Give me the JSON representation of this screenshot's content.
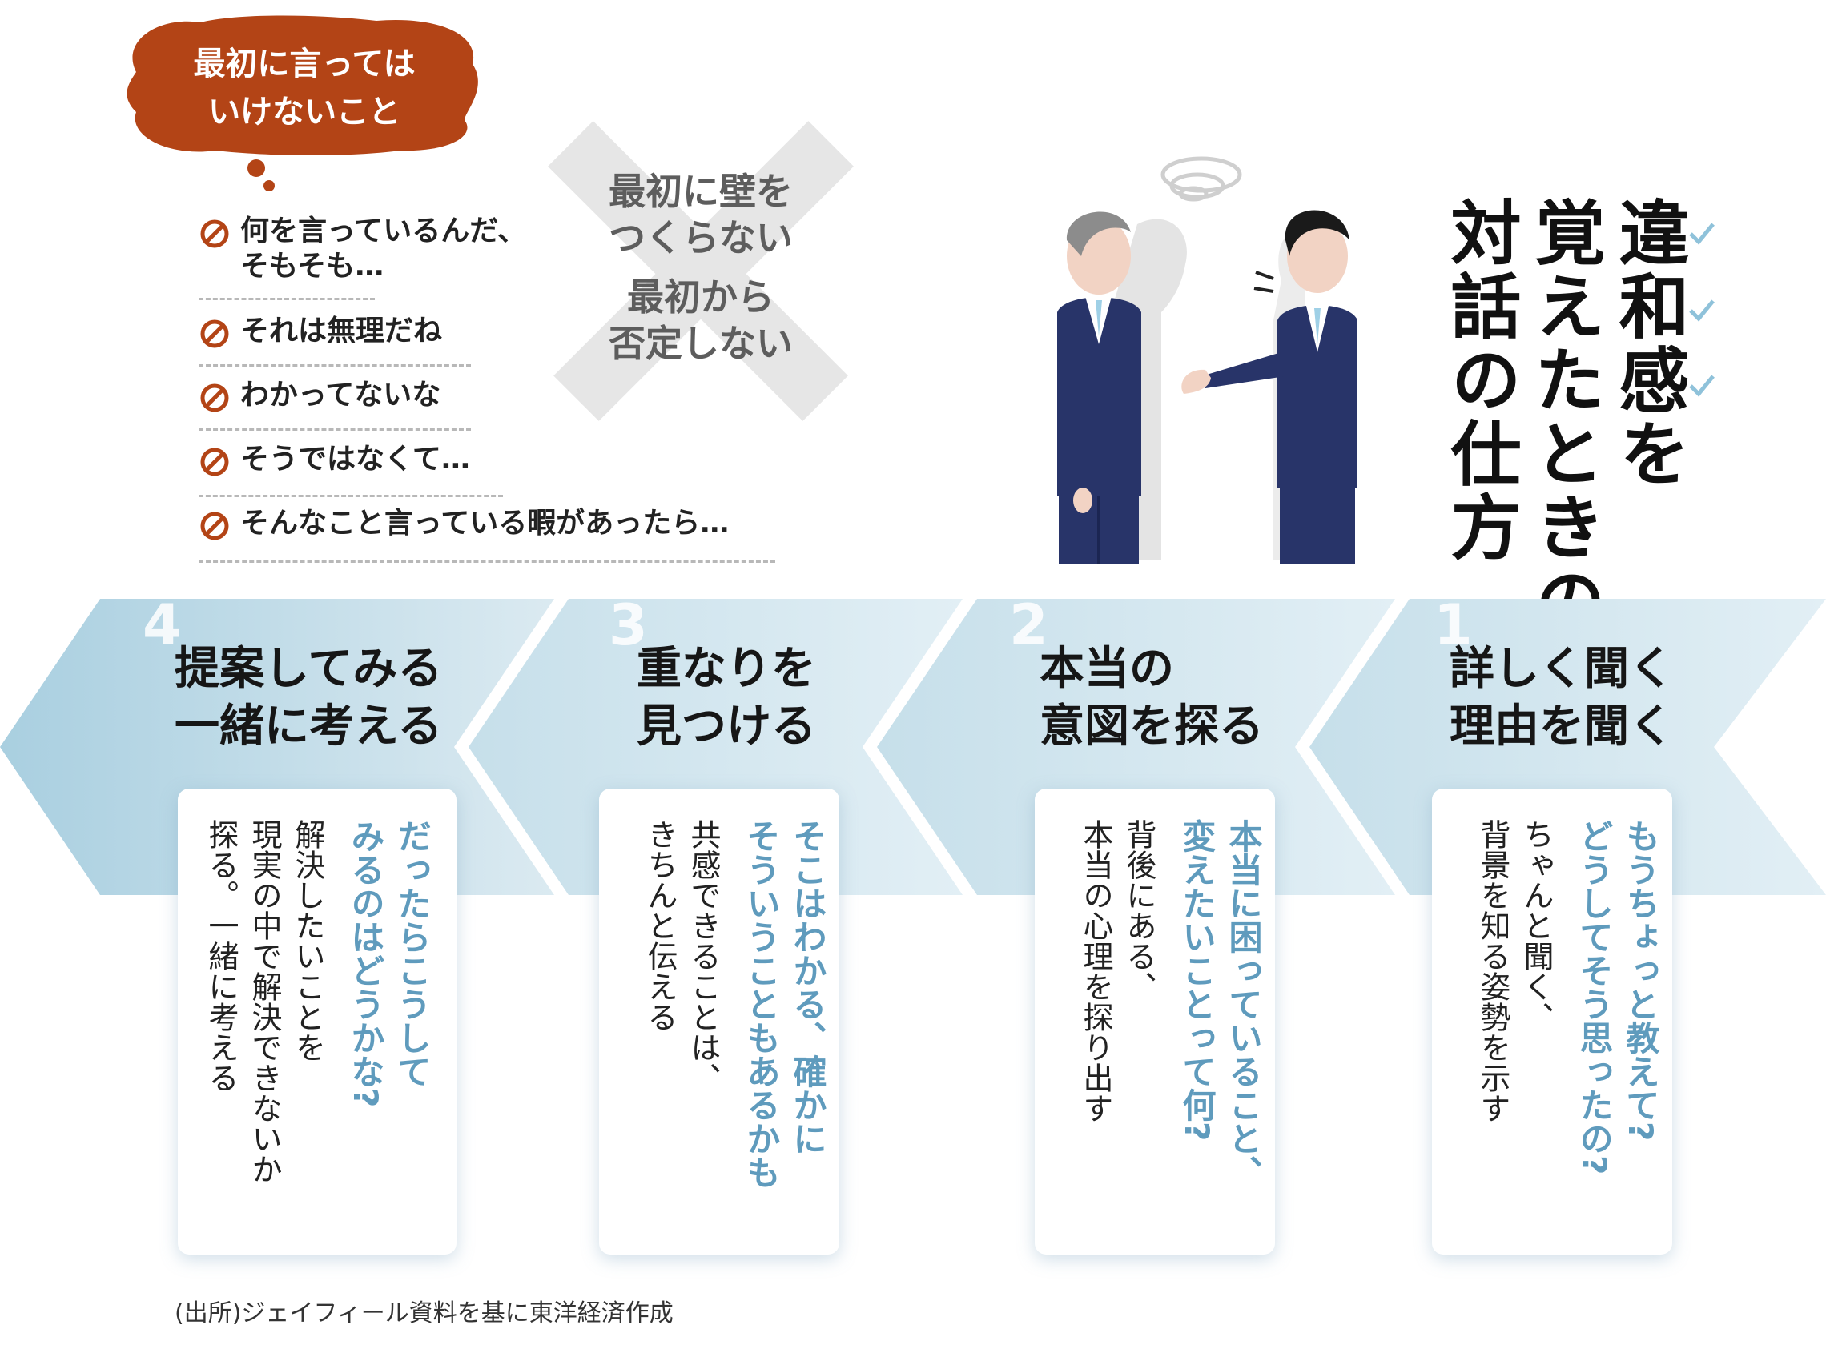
{
  "bubble": {
    "line1": "最初に言っては",
    "line2": "いけないこと"
  },
  "phrases": [
    {
      "line1": "何を言っているんだ、",
      "line2": "そもそも…"
    },
    {
      "line1": "それは無理だね"
    },
    {
      "line1": "わかってないな"
    },
    {
      "line1": "そうではなくて…"
    },
    {
      "line1": "そんなこと言っている暇があったら…"
    }
  ],
  "x_rules": {
    "rule1_line1": "最初に壁を",
    "rule1_line2": "つくらない",
    "rule2_line1": "最初から",
    "rule2_line2": "否定しない"
  },
  "title": {
    "col1": "違和感を",
    "col2": "覚えたときの",
    "col3": "対話の仕方"
  },
  "steps": [
    {
      "num": "1",
      "title1": "詳しく聞く",
      "title2": "理由を聞く",
      "quote": [
        "もうちょっと教えて?",
        "どうしてそう思ったの?"
      ],
      "desc": [
        "ちゃんと聞く、",
        "背景を知る姿勢を示す"
      ]
    },
    {
      "num": "2",
      "title1": "本当の",
      "title2": "意図を探る",
      "quote": [
        "本当に困っていること、",
        "変えたいことって何?"
      ],
      "desc": [
        "背後にある、",
        "本当の心理を探り出す"
      ]
    },
    {
      "num": "3",
      "title1": "重なりを",
      "title2": "見つける",
      "quote": [
        "そこはわかる、確かに",
        "そういうこともあるかも"
      ],
      "desc": [
        "共感できることは、",
        "きちんと伝える"
      ]
    },
    {
      "num": "4",
      "title1": "提案してみる",
      "title2": "一緒に考える",
      "quote": [
        "だったらこうして",
        "みるのはどうかな?"
      ],
      "desc": [
        "解決したいことを",
        "現実の中で解決できないか",
        "探る。一緒に考える"
      ]
    }
  ],
  "source": "(出所)ジェイフィール資料を基に東洋経済作成",
  "colors": {
    "bubble": "#b34416",
    "accent_blue": "#5f9bbd",
    "band": "#cfe3ec",
    "x_gray": "#e6e6e6"
  }
}
